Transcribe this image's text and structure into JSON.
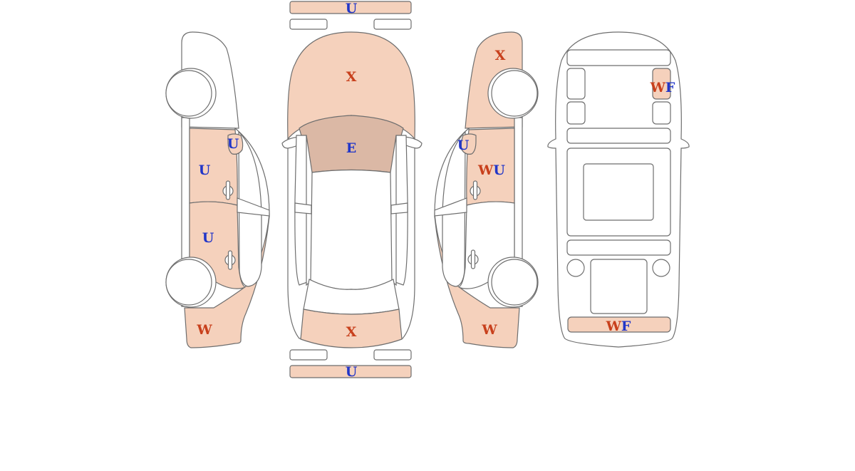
{
  "colors": {
    "background": "#ffffff",
    "outline": "#6e6e6e",
    "damaged_panel_fill": "#f5d1bc",
    "roof_panel_fill": "#dbb8a5",
    "red_code": "#c8401c",
    "blue_code": "#2236c8"
  },
  "top_view": {
    "front_bumper": {
      "code": "U",
      "code_color": "blue"
    },
    "hood": {
      "code": "X",
      "code_color": "red"
    },
    "roof": {
      "code": "E",
      "code_color": "blue"
    },
    "trunk": {
      "code": "X",
      "code_color": "red"
    },
    "rear_bumper": {
      "code": "U",
      "code_color": "blue"
    }
  },
  "left_side_view": {
    "mirror": {
      "code": "U",
      "code_color": "blue"
    },
    "front_door": {
      "code": "U",
      "code_color": "blue"
    },
    "rear_door": {
      "code": "U",
      "code_color": "blue"
    },
    "rear_fender": {
      "code": "W",
      "code_color": "red"
    }
  },
  "right_side_view": {
    "front_fender": {
      "code": "X",
      "code_color": "red"
    },
    "mirror": {
      "code": "U",
      "code_color": "blue"
    },
    "front_door": {
      "code_a": "W",
      "code_a_color": "red",
      "code_b": "U",
      "code_b_color": "blue"
    },
    "rear_fender": {
      "code": "W",
      "code_color": "red"
    }
  },
  "underbody_view": {
    "side_member": {
      "code_a": "W",
      "code_a_color": "red",
      "code_b": "F",
      "code_b_color": "blue"
    },
    "rear_panel": {
      "code_a": "W",
      "code_a_color": "red",
      "code_b": "F",
      "code_b_color": "blue"
    }
  }
}
